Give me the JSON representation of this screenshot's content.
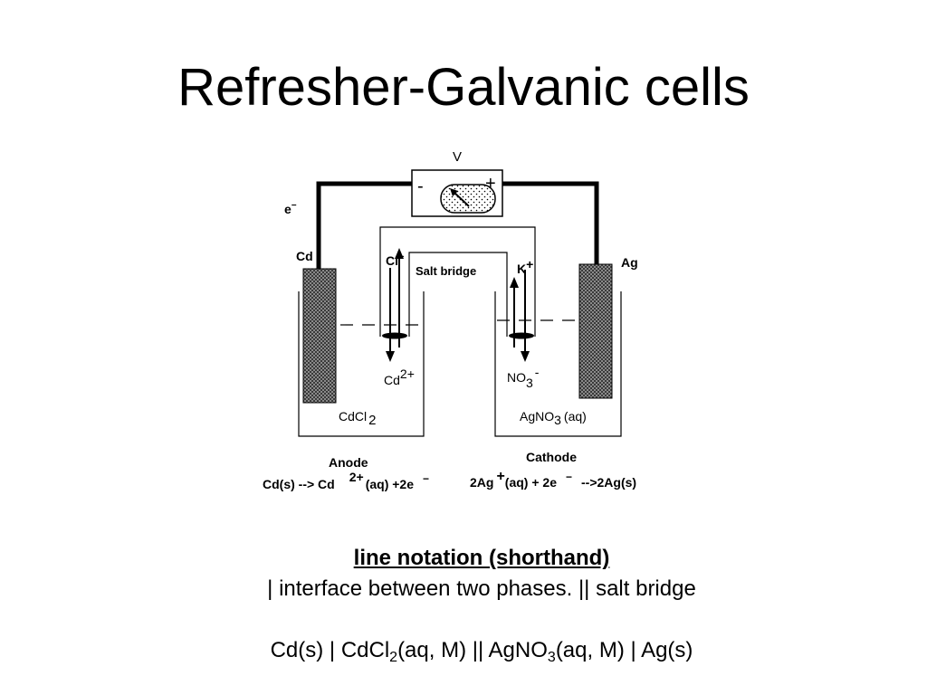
{
  "slide": {
    "title": "Refresher-Galvanic cells"
  },
  "diagram": {
    "voltmeter_label": "V",
    "voltmeter_negative": "-",
    "voltmeter_positive": "+",
    "electron_label": "e",
    "electron_superscript": "−",
    "left_electrode_label": "Cd",
    "right_electrode_label": "Ag",
    "salt_bridge_label": "Salt bridge",
    "chloride_ion": "Cl",
    "chloride_charge": "−",
    "potassium_ion": "K",
    "potassium_charge": "+",
    "cadmium_ion": "Cd",
    "cadmium_charge": "2+",
    "nitrate_ion": "NO",
    "nitrate_subscript": "3",
    "nitrate_charge": "-",
    "left_solution": "CdCl",
    "left_solution_subscript": "2",
    "right_solution": "AgNO",
    "right_solution_subscript": "3",
    "right_solution_suffix": "(aq)",
    "anode_label": "Anode",
    "cathode_label": "Cathode",
    "anode_reaction": {
      "part1": "Cd(s) --> Cd",
      "charge": "2+",
      "part2": "(aq) +2e",
      "electron_charge": "−"
    },
    "cathode_reaction": {
      "part1": "2Ag",
      "charge": "+",
      "part2": "(aq) + 2e",
      "electron_charge": "−",
      "part3": "-->2Ag(s)"
    }
  },
  "notes": {
    "heading": "line notation (shorthand)",
    "legend": "| interface between two phases. || salt bridge",
    "notation": {
      "part1": "Cd(s) | CdCl",
      "sub1": "2",
      "part2": "(aq, M) || AgNO",
      "sub2": "3",
      "part3": "(aq, M) | Ag(s)"
    }
  }
}
